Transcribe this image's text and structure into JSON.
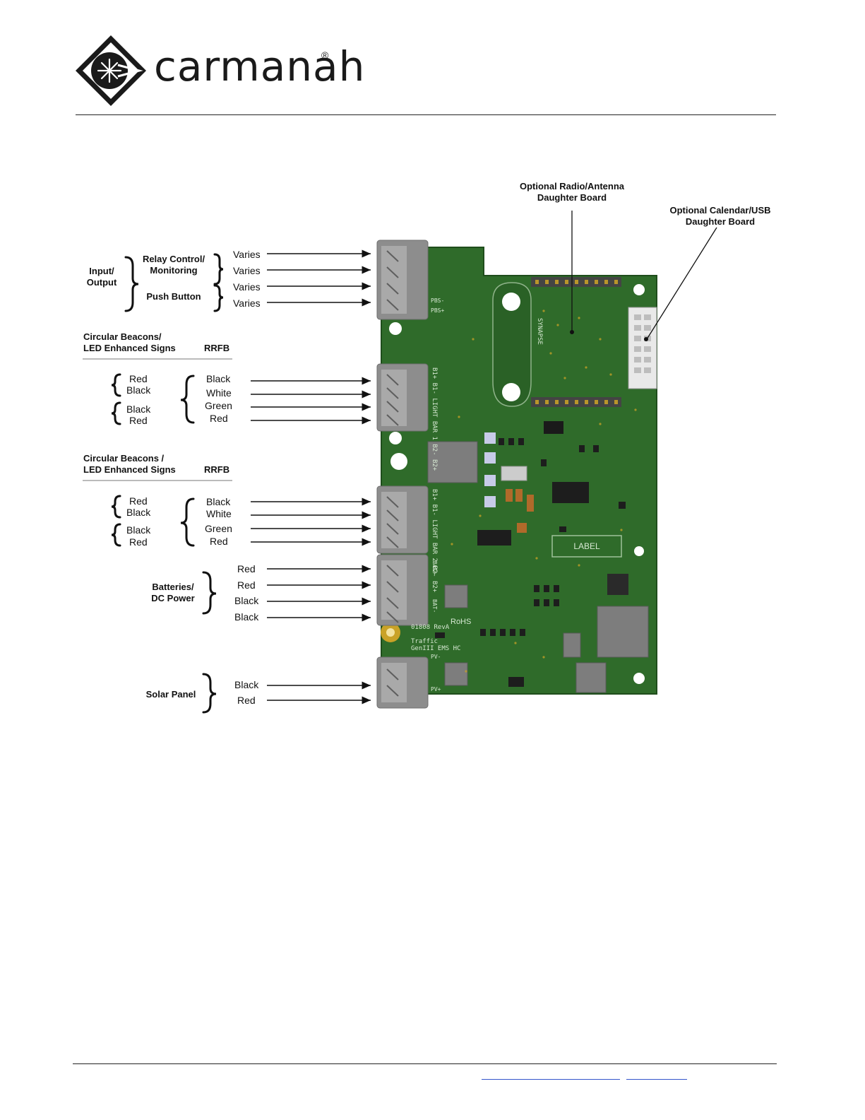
{
  "logo": {
    "wordmark": "carmanah",
    "registered": "®"
  },
  "labels": {
    "radio_board": "Optional Radio/Antenna\nDaughter Board",
    "calendar_board": "Optional Calendar/USB\nDaughter Board",
    "input_output": "Input/\nOutput",
    "relay_control": "Relay Control/\nMonitoring",
    "push_button": "Push Button",
    "beacons_1": "Circular Beacons/\nLED Enhanced Signs",
    "rrfb_1": "RRFB",
    "beacons_2": "Circular Beacons /\nLED Enhanced Signs",
    "rrfb_2": "RRFB",
    "batteries": "Batteries/\nDC Power",
    "solar": "Solar Panel"
  },
  "io_wires": [
    "Varies",
    "Varies",
    "Varies",
    "Varies"
  ],
  "light_bar_1": {
    "beacon_pair_a": [
      "Red",
      "Black"
    ],
    "beacon_pair_b": [
      "Black",
      "Red"
    ],
    "rrfb": [
      "Black",
      "White",
      "Green",
      "Red"
    ]
  },
  "light_bar_2": {
    "beacon_pair_a": [
      "Red",
      "Black"
    ],
    "beacon_pair_b": [
      "Black",
      "Red"
    ],
    "rrfb": [
      "Black",
      "White",
      "Green",
      "Red"
    ]
  },
  "battery_wires": [
    "Red",
    "Red",
    "Black",
    "Black"
  ],
  "solar_wires": [
    "Black",
    "Red"
  ],
  "pcb_text": {
    "silk_label": "LABEL",
    "rohs": "RoHS",
    "board_id": "01808 RevA",
    "board_name_1": "Traffic",
    "board_name_2": "GenIII EMS HC",
    "light_bar_1_silk": "B1+ B1- LIGHT BAR 1 B2- B2+",
    "light_bar_2_silk": "B1+ B1- LIGHT BAR 2 B2- B2+",
    "bat_plus": "BAT+",
    "bat_minus": "BAT-",
    "pv_minus": "PV-",
    "pv_plus": "PV+",
    "synapse": "SYNAPSE",
    "pbs_minus": "PBS-",
    "pbs_plus": "PBS+"
  },
  "colors": {
    "pcb_green": "#2f6b2a",
    "pcb_dark": "#245a22",
    "connector_gray": "#8d8d8d",
    "pad_gold": "#c9a227",
    "text": "#111111"
  }
}
